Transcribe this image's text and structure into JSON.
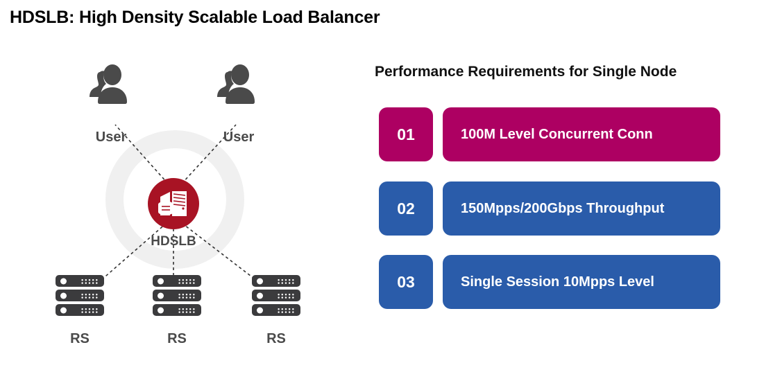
{
  "title": "HDSLB: High Density Scalable Load Balancer",
  "diagram": {
    "users": [
      {
        "icon": "user-icon",
        "label": "User"
      },
      {
        "icon": "user-icon",
        "label": "User"
      }
    ],
    "center": {
      "icon": "server-database-icon",
      "label": "HDSLB"
    },
    "backends": [
      {
        "icon": "server-rack-icon",
        "label": "RS"
      },
      {
        "icon": "server-rack-icon",
        "label": "RS"
      },
      {
        "icon": "server-rack-icon",
        "label": "RS"
      }
    ],
    "colors": {
      "center_circle": "#a81324",
      "ring": "#f0f0f0",
      "icon_gray": "#4a4a4a",
      "rack": "#3b3b3d",
      "connector": "#333333"
    }
  },
  "panel": {
    "heading": "Performance Requirements for Single Node",
    "requirements": [
      {
        "number": "01",
        "text": "100M Level Concurrent Conn",
        "color": "#ad0062"
      },
      {
        "number": "02",
        "text": "150Mpps/200Gbps Throughput",
        "color": "#2a5caa"
      },
      {
        "number": "03",
        "text": "Single Session 10Mpps Level",
        "color": "#2a5caa"
      }
    ]
  }
}
